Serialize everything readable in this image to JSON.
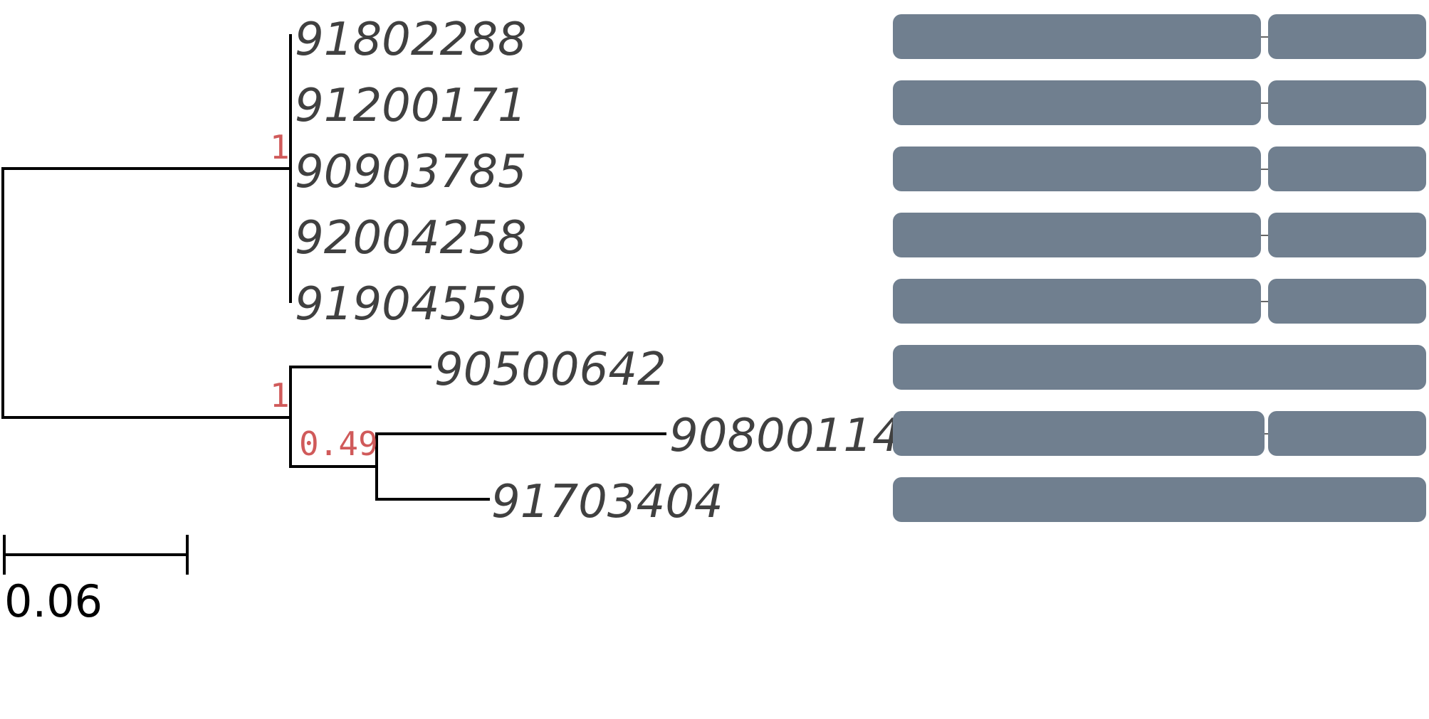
{
  "leaves": [
    {
      "label": "91802288"
    },
    {
      "label": "91200171"
    },
    {
      "label": "90903785"
    },
    {
      "label": "92004258"
    },
    {
      "label": "91904559"
    },
    {
      "label": "90500642"
    },
    {
      "label": "90800114"
    },
    {
      "label": "91703404"
    }
  ],
  "support_values": [
    "1",
    "1",
    "0.49"
  ],
  "scale_bar": {
    "label": "0.06",
    "length": 0.06
  },
  "colors": {
    "branch": "#000000",
    "leaf_text": "#404040",
    "support_text": "#d05a5a",
    "domain": "#707f8f"
  }
}
